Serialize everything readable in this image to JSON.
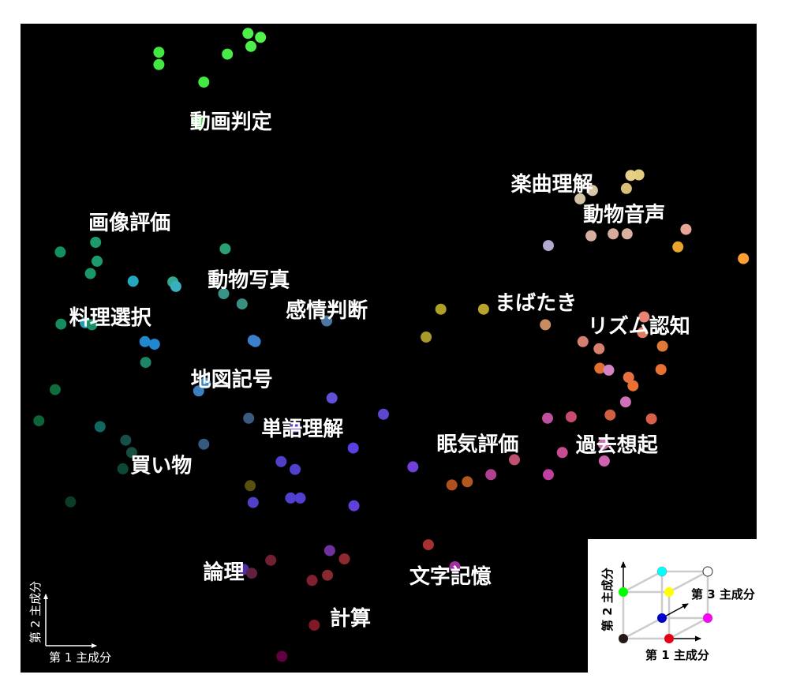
{
  "chart_data": {
    "type": "scatter",
    "title": "",
    "xlabel": "第 1 主成分",
    "ylabel": "第 2 主成分",
    "xlim": [
      0,
      100
    ],
    "ylim": [
      0,
      100
    ],
    "grid": false,
    "background": "#000000",
    "color_mapping": "RGB = (第 1 主成分, 第 2 主成分, 第 3 主成分)",
    "labels": [
      {
        "text": "動画判定",
        "x": 28.6,
        "y": 84.8
      },
      {
        "text": "楽曲理解",
        "x": 72.2,
        "y": 75.2
      },
      {
        "text": "動物音声",
        "x": 82.0,
        "y": 70.5
      },
      {
        "text": "画像評価",
        "x": 14.8,
        "y": 69.2
      },
      {
        "text": "動物写真",
        "x": 31.0,
        "y": 60.4
      },
      {
        "text": "まばたき",
        "x": 70.0,
        "y": 56.9
      },
      {
        "text": "感情判断",
        "x": 41.6,
        "y": 55.7
      },
      {
        "text": "料理選択",
        "x": 12.2,
        "y": 54.6
      },
      {
        "text": "リズム認知",
        "x": 84.0,
        "y": 53.3
      },
      {
        "text": "地図記号",
        "x": 28.7,
        "y": 45.1
      },
      {
        "text": "単語理解",
        "x": 38.3,
        "y": 37.5
      },
      {
        "text": "眠気評価",
        "x": 62.1,
        "y": 35.1
      },
      {
        "text": "過去想起",
        "x": 81.0,
        "y": 35.0
      },
      {
        "text": "買い物",
        "x": 19.1,
        "y": 31.8
      },
      {
        "text": "論理",
        "x": 27.6,
        "y": 15.4
      },
      {
        "text": "文字記憶",
        "x": 58.4,
        "y": 14.7
      },
      {
        "text": "計算",
        "x": 44.8,
        "y": 8.3
      }
    ],
    "points": [
      {
        "x": 30.9,
        "y": 98.5,
        "color": "#4cf04a"
      },
      {
        "x": 32.6,
        "y": 97.9,
        "color": "#50f54c"
      },
      {
        "x": 31.3,
        "y": 96.5,
        "color": "#4cf04a"
      },
      {
        "x": 18.8,
        "y": 95.6,
        "color": "#40e840"
      },
      {
        "x": 28.1,
        "y": 95.3,
        "color": "#48ec46"
      },
      {
        "x": 18.8,
        "y": 93.7,
        "color": "#40e840"
      },
      {
        "x": 24.9,
        "y": 91.0,
        "color": "#44ea44"
      },
      {
        "x": 24.1,
        "y": 84.9,
        "color": "#44ea44"
      },
      {
        "x": 84.0,
        "y": 76.7,
        "color": "#e2cc80"
      },
      {
        "x": 82.9,
        "y": 76.6,
        "color": "#e8cf86"
      },
      {
        "x": 82.3,
        "y": 74.6,
        "color": "#d8c078"
      },
      {
        "x": 77.7,
        "y": 74.3,
        "color": "#d8c6a8"
      },
      {
        "x": 76.0,
        "y": 73.0,
        "color": "#d4c2a4"
      },
      {
        "x": 90.4,
        "y": 68.3,
        "color": "#e8a494"
      },
      {
        "x": 77.5,
        "y": 67.3,
        "color": "#d8b0a0"
      },
      {
        "x": 80.5,
        "y": 67.6,
        "color": "#d8ac9c"
      },
      {
        "x": 82.4,
        "y": 67.6,
        "color": "#dcb0a0"
      },
      {
        "x": 71.7,
        "y": 65.8,
        "color": "#b4a8cc"
      },
      {
        "x": 89.3,
        "y": 65.6,
        "color": "#e8a42c"
      },
      {
        "x": 98.2,
        "y": 63.8,
        "color": "#ff9e32"
      },
      {
        "x": 10.2,
        "y": 66.3,
        "color": "#1c9c6c"
      },
      {
        "x": 27.8,
        "y": 65.3,
        "color": "#2aa074"
      },
      {
        "x": 5.4,
        "y": 64.8,
        "color": "#149060"
      },
      {
        "x": 10.4,
        "y": 63.4,
        "color": "#1c9c6c"
      },
      {
        "x": 9.5,
        "y": 61.5,
        "color": "#1a9868"
      },
      {
        "x": 15.3,
        "y": 60.3,
        "color": "#24a8c0"
      },
      {
        "x": 20.7,
        "y": 60.2,
        "color": "#34a890"
      },
      {
        "x": 21.1,
        "y": 59.5,
        "color": "#38b0c0"
      },
      {
        "x": 27.6,
        "y": 58.4,
        "color": "#389488"
      },
      {
        "x": 30.1,
        "y": 56.8,
        "color": "#3a9080"
      },
      {
        "x": 57.1,
        "y": 56.0,
        "color": "#b0a028"
      },
      {
        "x": 62.9,
        "y": 56.0,
        "color": "#b8a42c"
      },
      {
        "x": 41.6,
        "y": 54.2,
        "color": "#4a78a0"
      },
      {
        "x": 84.7,
        "y": 54.8,
        "color": "#e88474"
      },
      {
        "x": 8.8,
        "y": 53.9,
        "color": "#2a98b8"
      },
      {
        "x": 5.5,
        "y": 53.7,
        "color": "#148c60"
      },
      {
        "x": 9.7,
        "y": 53.6,
        "color": "#1c9068"
      },
      {
        "x": 71.3,
        "y": 53.6,
        "color": "#c88c60"
      },
      {
        "x": 84.5,
        "y": 52.4,
        "color": "#e07c60"
      },
      {
        "x": 55.1,
        "y": 51.7,
        "color": "#a89a28"
      },
      {
        "x": 31.6,
        "y": 51.2,
        "color": "#3c7cc8"
      },
      {
        "x": 31.9,
        "y": 51.0,
        "color": "#3c80cc"
      },
      {
        "x": 16.9,
        "y": 51.0,
        "color": "#2088d0"
      },
      {
        "x": 18.2,
        "y": 50.6,
        "color": "#2088d0"
      },
      {
        "x": 76.4,
        "y": 51.0,
        "color": "#d48070"
      },
      {
        "x": 78.6,
        "y": 49.9,
        "color": "#d88070"
      },
      {
        "x": 87.2,
        "y": 50.3,
        "color": "#e07838"
      },
      {
        "x": 17.0,
        "y": 47.8,
        "color": "#1e8468"
      },
      {
        "x": 78.7,
        "y": 46.9,
        "color": "#e07030"
      },
      {
        "x": 79.9,
        "y": 46.6,
        "color": "#d484c0"
      },
      {
        "x": 87.0,
        "y": 46.7,
        "color": "#e87030"
      },
      {
        "x": 82.6,
        "y": 45.5,
        "color": "#e87040"
      },
      {
        "x": 83.2,
        "y": 44.2,
        "color": "#e87030"
      },
      {
        "x": 25.1,
        "y": 44.6,
        "color": "#3c88c0"
      },
      {
        "x": 24.2,
        "y": 43.4,
        "color": "#3a80c0"
      },
      {
        "x": 4.7,
        "y": 43.6,
        "color": "#106c3c"
      },
      {
        "x": 42.3,
        "y": 42.3,
        "color": "#6050d8"
      },
      {
        "x": 82.2,
        "y": 41.7,
        "color": "#d070b8"
      },
      {
        "x": 49.3,
        "y": 39.8,
        "color": "#5c48d0"
      },
      {
        "x": 80.1,
        "y": 39.7,
        "color": "#d06040"
      },
      {
        "x": 74.8,
        "y": 39.4,
        "color": "#c84c70"
      },
      {
        "x": 71.6,
        "y": 39.2,
        "color": "#c050a0"
      },
      {
        "x": 85.7,
        "y": 39.1,
        "color": "#d86048"
      },
      {
        "x": 31.0,
        "y": 39.2,
        "color": "#3c5a80"
      },
      {
        "x": 2.5,
        "y": 38.8,
        "color": "#0c6438"
      },
      {
        "x": 10.8,
        "y": 37.9,
        "color": "#106860"
      },
      {
        "x": 37.3,
        "y": 37.8,
        "color": "#5040d0"
      },
      {
        "x": 14.3,
        "y": 35.8,
        "color": "#164e48"
      },
      {
        "x": 24.9,
        "y": 35.2,
        "color": "#345a80"
      },
      {
        "x": 79.2,
        "y": 35.2,
        "color": "#d070b0"
      },
      {
        "x": 45.2,
        "y": 34.6,
        "color": "#5a40e0"
      },
      {
        "x": 73.6,
        "y": 33.9,
        "color": "#c84c90"
      },
      {
        "x": 15.1,
        "y": 33.9,
        "color": "#164e40"
      },
      {
        "x": 67.1,
        "y": 32.8,
        "color": "#c05070"
      },
      {
        "x": 79.3,
        "y": 32.6,
        "color": "#d060b0"
      },
      {
        "x": 35.4,
        "y": 32.5,
        "color": "#5040c8"
      },
      {
        "x": 53.3,
        "y": 31.7,
        "color": "#7040d8"
      },
      {
        "x": 37.3,
        "y": 31.3,
        "color": "#5040d0"
      },
      {
        "x": 13.9,
        "y": 31.4,
        "color": "#0c4838"
      },
      {
        "x": 63.9,
        "y": 30.5,
        "color": "#b04090"
      },
      {
        "x": 71.7,
        "y": 30.5,
        "color": "#c040a0"
      },
      {
        "x": 60.7,
        "y": 29.4,
        "color": "#b05820"
      },
      {
        "x": 58.6,
        "y": 28.9,
        "color": "#b05020"
      },
      {
        "x": 31.2,
        "y": 28.8,
        "color": "#585010"
      },
      {
        "x": 36.7,
        "y": 26.9,
        "color": "#5040d0"
      },
      {
        "x": 38.0,
        "y": 26.9,
        "color": "#5040d0"
      },
      {
        "x": 31.6,
        "y": 26.2,
        "color": "#5040c8"
      },
      {
        "x": 6.8,
        "y": 26.3,
        "color": "#0a3c28"
      },
      {
        "x": 45.3,
        "y": 25.7,
        "color": "#6040d8"
      },
      {
        "x": 55.4,
        "y": 19.7,
        "color": "#a83030"
      },
      {
        "x": 42.0,
        "y": 18.8,
        "color": "#7030a0"
      },
      {
        "x": 44.0,
        "y": 17.5,
        "color": "#902830"
      },
      {
        "x": 34.0,
        "y": 17.3,
        "color": "#702030"
      },
      {
        "x": 59.0,
        "y": 16.3,
        "color": "#a030a0"
      },
      {
        "x": 30.3,
        "y": 15.9,
        "color": "#5030a0"
      },
      {
        "x": 31.4,
        "y": 15.3,
        "color": "#602040"
      },
      {
        "x": 41.7,
        "y": 15.0,
        "color": "#882830"
      },
      {
        "x": 39.6,
        "y": 14.2,
        "color": "#802030"
      },
      {
        "x": 39.9,
        "y": 7.3,
        "color": "#801828"
      },
      {
        "x": 35.5,
        "y": 2.5,
        "color": "#600040"
      }
    ],
    "legend": {
      "position": "bottom-right",
      "type": "color-cube",
      "axis_labels": [
        "第 1 主成分",
        "第 2 主成分",
        "第 3 主成分"
      ],
      "corners": [
        {
          "name": "origin",
          "color": "#231815"
        },
        {
          "name": "pc1",
          "color": "#e60012"
        },
        {
          "name": "pc2",
          "color": "#00ff00"
        },
        {
          "name": "pc3",
          "color": "#0000cc"
        },
        {
          "name": "pc1-pc2",
          "color": "#ffff00"
        },
        {
          "name": "pc1-pc3",
          "color": "#ff00ff"
        },
        {
          "name": "pc2-pc3",
          "color": "#00ffff"
        },
        {
          "name": "all",
          "color": "#ffffff"
        }
      ]
    }
  }
}
